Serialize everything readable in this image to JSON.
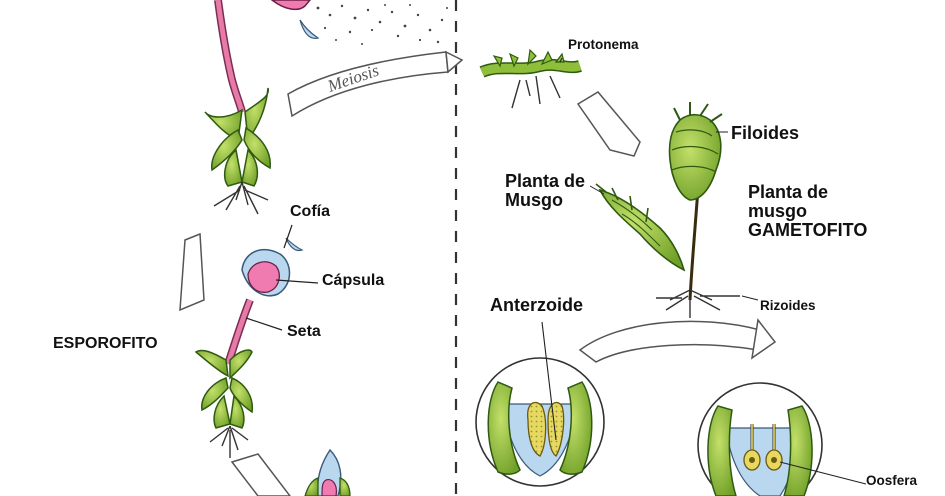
{
  "labels": {
    "protonema": "Protonema",
    "filoides": "Filoides",
    "planta_de_musgo": [
      "Planta de",
      "Musgo"
    ],
    "gametofito": [
      "Planta de",
      "musgo",
      "GAMETOFITO"
    ],
    "cofia": "Cofía",
    "capsula": "Cápsula",
    "seta": "Seta",
    "esporofito": "ESPOROFITO",
    "anterzoide": "Anterzoide",
    "rizoides": "Rizoides",
    "oosfera": "Oosfera",
    "meiosis": "Meiosis"
  },
  "colors": {
    "leaf": "#8fbf3a",
    "leaf_dark": "#2f5a12",
    "seta_pink": "#e77aa6",
    "capsule_pink": "#f07bb0",
    "capsule_blue": "#b9d7ef",
    "arrow_fill": "#ffffff",
    "arrow_stroke": "#555555",
    "divider": "#333333"
  }
}
